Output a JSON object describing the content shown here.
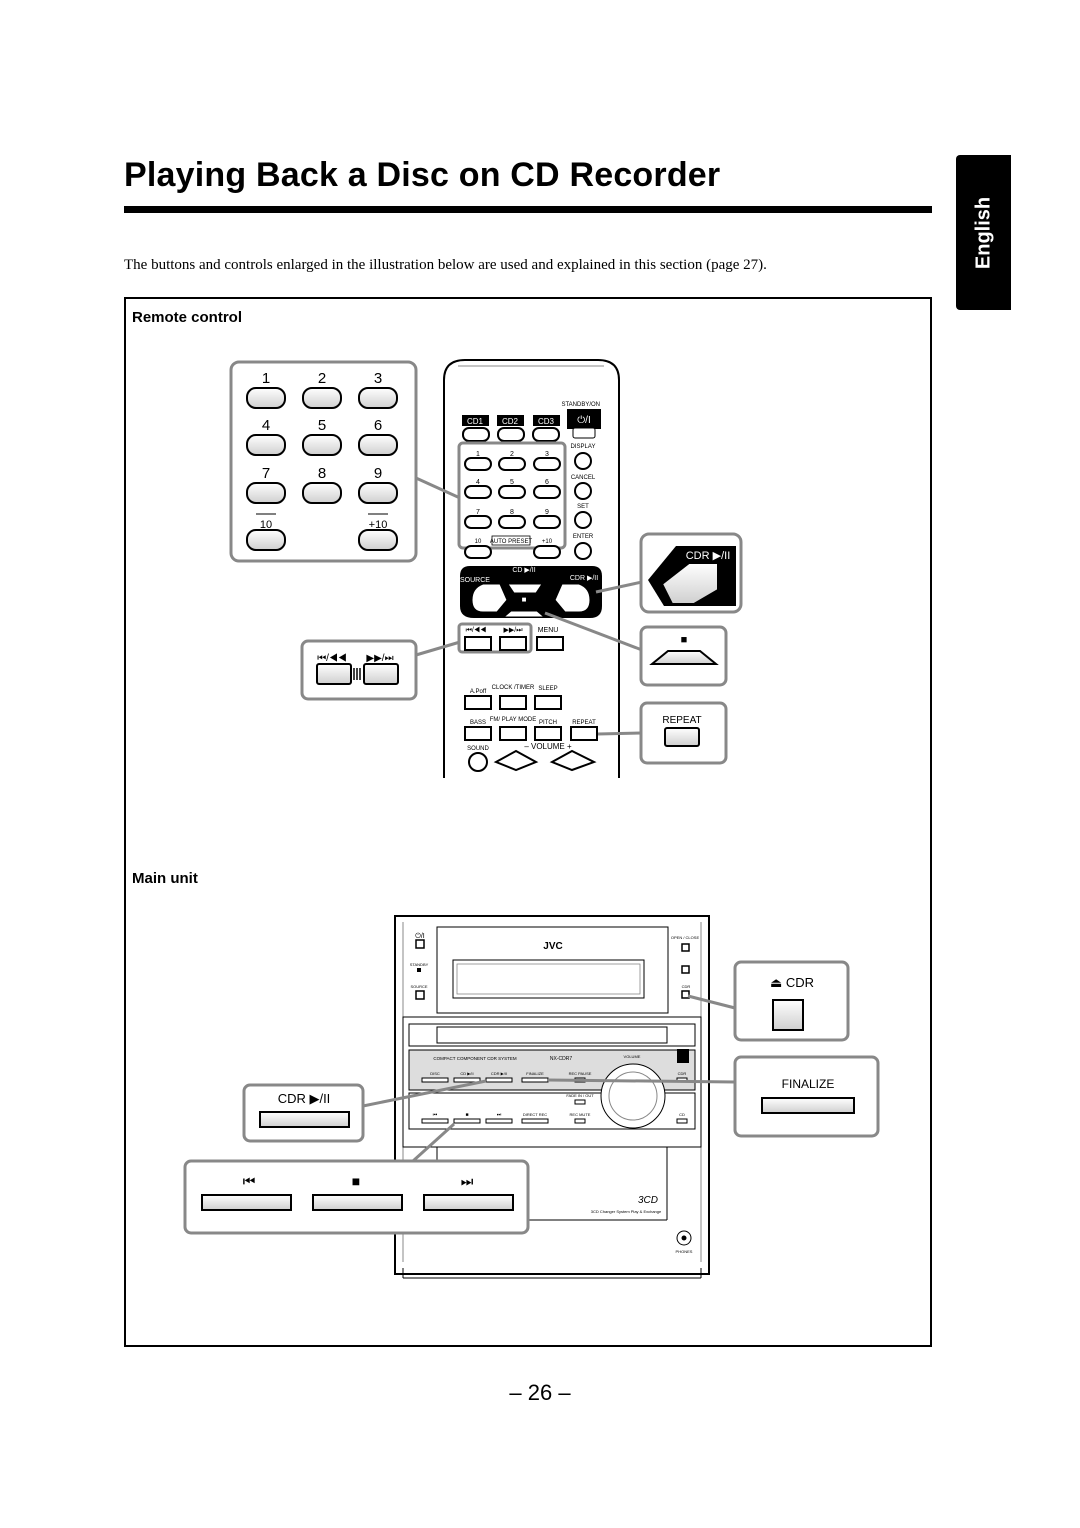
{
  "page": {
    "title": "Playing Back a Disc on CD Recorder",
    "language_tab": "English",
    "intro": "The buttons and controls enlarged in the illustration below are used and explained in this section (page 27).",
    "page_number": "– 26 –"
  },
  "remote": {
    "section_label": "Remote control",
    "numpad_zoom": [
      "1",
      "2",
      "3",
      "4",
      "5",
      "6",
      "7",
      "8",
      "9",
      "10",
      "+10"
    ],
    "skip_zoom": [
      "⏮/◀◀",
      "▶▶/⏭"
    ],
    "cdr_zoom": "CDR ▶/II",
    "stop_zoom": "■",
    "repeat_zoom": "REPEAT",
    "labels": {
      "standby": "STANDBY/ON",
      "cd1": "CD1",
      "cd2": "CD2",
      "cd3": "CD3",
      "display": "DISPLAY",
      "cancel": "CANCEL",
      "set": "SET",
      "enter": "ENTER",
      "auto_preset": "AUTO PRESET",
      "source": "SOURCE",
      "cd_play": "CD ▶/II",
      "cdr_play": "CDR ▶/II",
      "menu": "MENU",
      "a_poff": "A.Poff",
      "clock_timer": "CLOCK /TIMER",
      "sleep": "SLEEP",
      "bass": "BASS",
      "fm_play_mode": "FM/ PLAY MODE",
      "pitch": "PITCH",
      "repeat": "REPEAT",
      "sound": "SOUND",
      "volume": "–  VOLUME  +"
    }
  },
  "main_unit": {
    "section_label": "Main unit",
    "eject_zoom": "⏏ CDR",
    "finalize_zoom": "FINALIZE",
    "cdr_play_zoom": "CDR ▶/II",
    "transport_zoom": [
      "⏮",
      "■",
      "⏭"
    ],
    "labels": {
      "brand": "JVC",
      "standby": "STANDBY",
      "source": "SOURCE",
      "open_close": "OPEN / CLOSE",
      "cdr": "CDR",
      "system": "COMPACT COMPONENT CDR SYSTEM",
      "model": "NX-CDR7",
      "volume": "VOLUME",
      "disc": "DISC",
      "cd_play": "CD ▶/II",
      "cdr_play": "CDR ▶/II",
      "finalize": "FINALIZE",
      "rec_pause": "REC PAUSE",
      "fade": "FADE IN / OUT",
      "direct_rec": "DIRECT REC",
      "rec_mute": "REC MUTE",
      "cd_eject": "CD",
      "logo_3cd": "3CD",
      "changer": "3CD Changer System Play & Exchange",
      "phones": "PHONES"
    }
  }
}
